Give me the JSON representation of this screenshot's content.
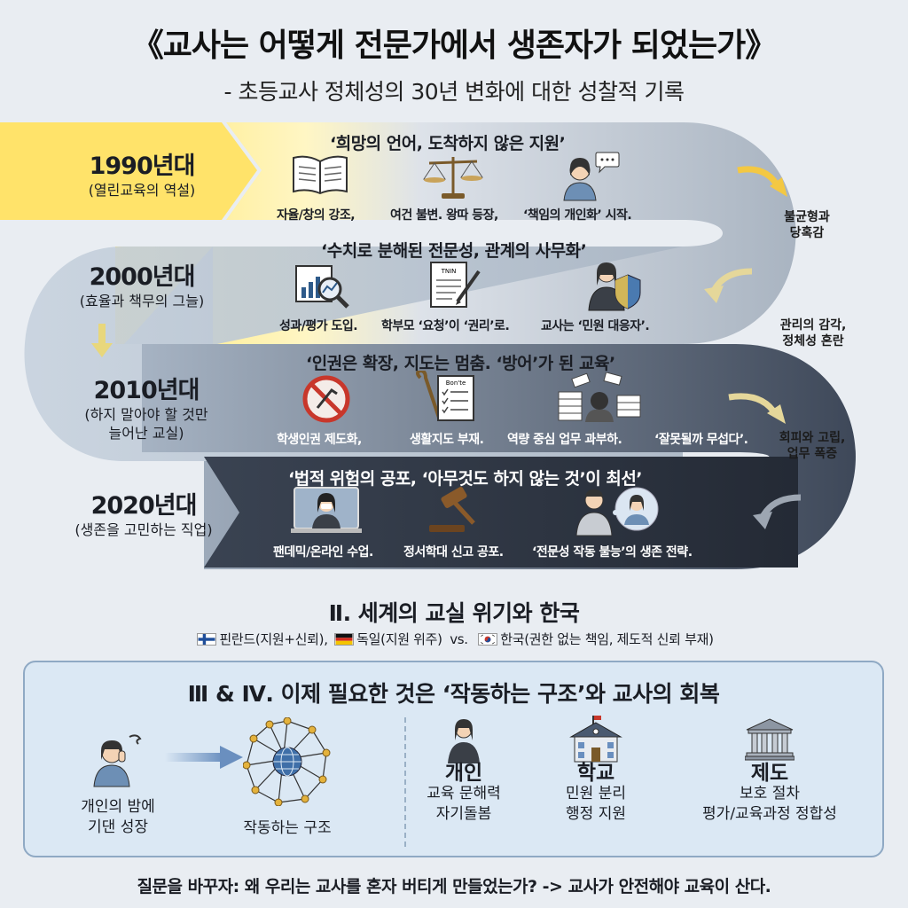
{
  "header": {
    "title": "《교사는 어떻게 전문가에서 생존자가 되었는가》",
    "subtitle": "- 초등교사 정체성의 30년 변화에 대한 성찰적 기록"
  },
  "timeline": [
    {
      "year": "1990년대",
      "desc": [
        "(열린교육의 역설)"
      ],
      "heading": "‘희망의 언어, 도착하지 않은 지원’",
      "captions": [
        "자율/창의 강조,",
        "여건 불변. 왕따 등장,",
        "‘책임의 개인화’ 시작."
      ],
      "icons": [
        "open-book-icon",
        "scales-icon",
        "teacher-speech-icon"
      ],
      "side_note": [
        "불균형과",
        "당혹감"
      ]
    },
    {
      "year": "2000년대",
      "desc": [
        "(효율과 책무의 그늘)"
      ],
      "heading": "‘수치로 분해된 전문성, 관계의 사무화’",
      "captions": [
        "성과/평가 도입.",
        "학부모 ‘요청’이 ‘권리’로.",
        "교사는 ‘민원 대응자’."
      ],
      "icons": [
        "chart-magnifier-icon",
        "scroll-pen-icon",
        "teacher-shield-icon"
      ],
      "document_label": "TNIN",
      "side_note": [
        "관리의 감각,",
        "정체성 혼란"
      ]
    },
    {
      "year": "2010년대",
      "desc": [
        "(하지 말아야 할 것만",
        "늘어난 교실)"
      ],
      "heading": "‘인권은 확장, 지도는 멈춤. ‘방어’가 된 교육’",
      "captions": [
        "학생인권 제도화,",
        "생활지도 부재.",
        "역량 중심 업무 과부하.",
        "‘잘못될까 무섭다’."
      ],
      "icons": [
        "prohibited-icon",
        "checklist-cane-icon",
        "paperwork-stress-icon"
      ],
      "document_label": "Bon'te",
      "side_note": [
        "회피와 고립,",
        "업무 폭증"
      ]
    },
    {
      "year": "2020년대",
      "desc": [
        "(생존을 고민하는 직업)"
      ],
      "heading": "‘법적 위험의 공포, ‘아무것도 하지 않는 것’이 최선’",
      "captions": [
        "팬데믹/온라인 수업.",
        "정서학대 신고 공포.",
        "‘전문성 작동 불능’의 생존 전략."
      ],
      "icons": [
        "online-class-icon",
        "gavel-icon",
        "thinking-teacher-icon"
      ]
    }
  ],
  "section2": {
    "title": "Ⅱ. 세계의 교실 위기와 한국",
    "countries": [
      {
        "flag": "finland-flag-icon",
        "text": "핀란드(지원+신뢰),"
      },
      {
        "flag": "germany-flag-icon",
        "text": "독일(지원 위주)"
      },
      {
        "sep": "vs."
      },
      {
        "flag": "korea-flag-icon",
        "text": "한국(권한 없는 책임, 제도적 신뢰 부재)"
      }
    ]
  },
  "section3": {
    "title": "Ⅲ & Ⅳ. 이제 필요한 것은 ‘작동하는 구조’와 교사의 회복",
    "left": {
      "label": [
        "개인의 밤에",
        "기댄 성장"
      ]
    },
    "middle": {
      "label": [
        "작동하는 구조"
      ]
    },
    "items": [
      {
        "head": "개인",
        "lines": [
          "교육 문해력",
          "자기돌봄"
        ]
      },
      {
        "head": "학교",
        "lines": [
          "민원 분리",
          "행정 지원"
        ]
      },
      {
        "head": "제도",
        "lines": [
          "보호 절차",
          "평가/교육과정 정합성"
        ]
      }
    ]
  },
  "footer": {
    "question": "질문을 바꾸자: 왜 우리는 교사를 혼자 버티게 만들었는가? -> 교사가 안전해야 교육이 산다."
  },
  "colors": {
    "band1": "#d7dde5",
    "band2": "#c3ccd7",
    "band3": "#7f8a9b",
    "band4": "#2f3847",
    "yellow": "#ffe878",
    "box_bg": "#dbe8f4"
  }
}
